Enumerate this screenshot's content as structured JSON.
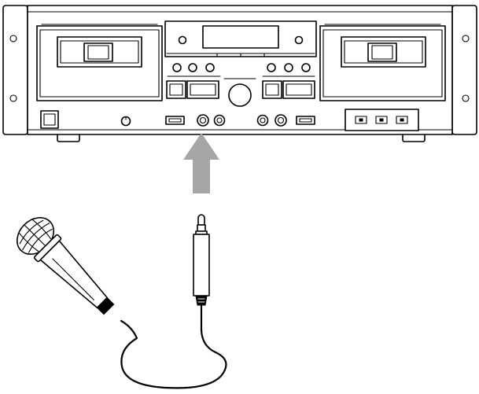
{
  "diagram": {
    "device": "cassette-deck",
    "accessory": "microphone",
    "connection_target": "mic-input-jack",
    "arrow_direction": "up",
    "colors": {
      "line": "#000000",
      "background": "#ffffff",
      "arrow": "#a6a6a6"
    }
  }
}
